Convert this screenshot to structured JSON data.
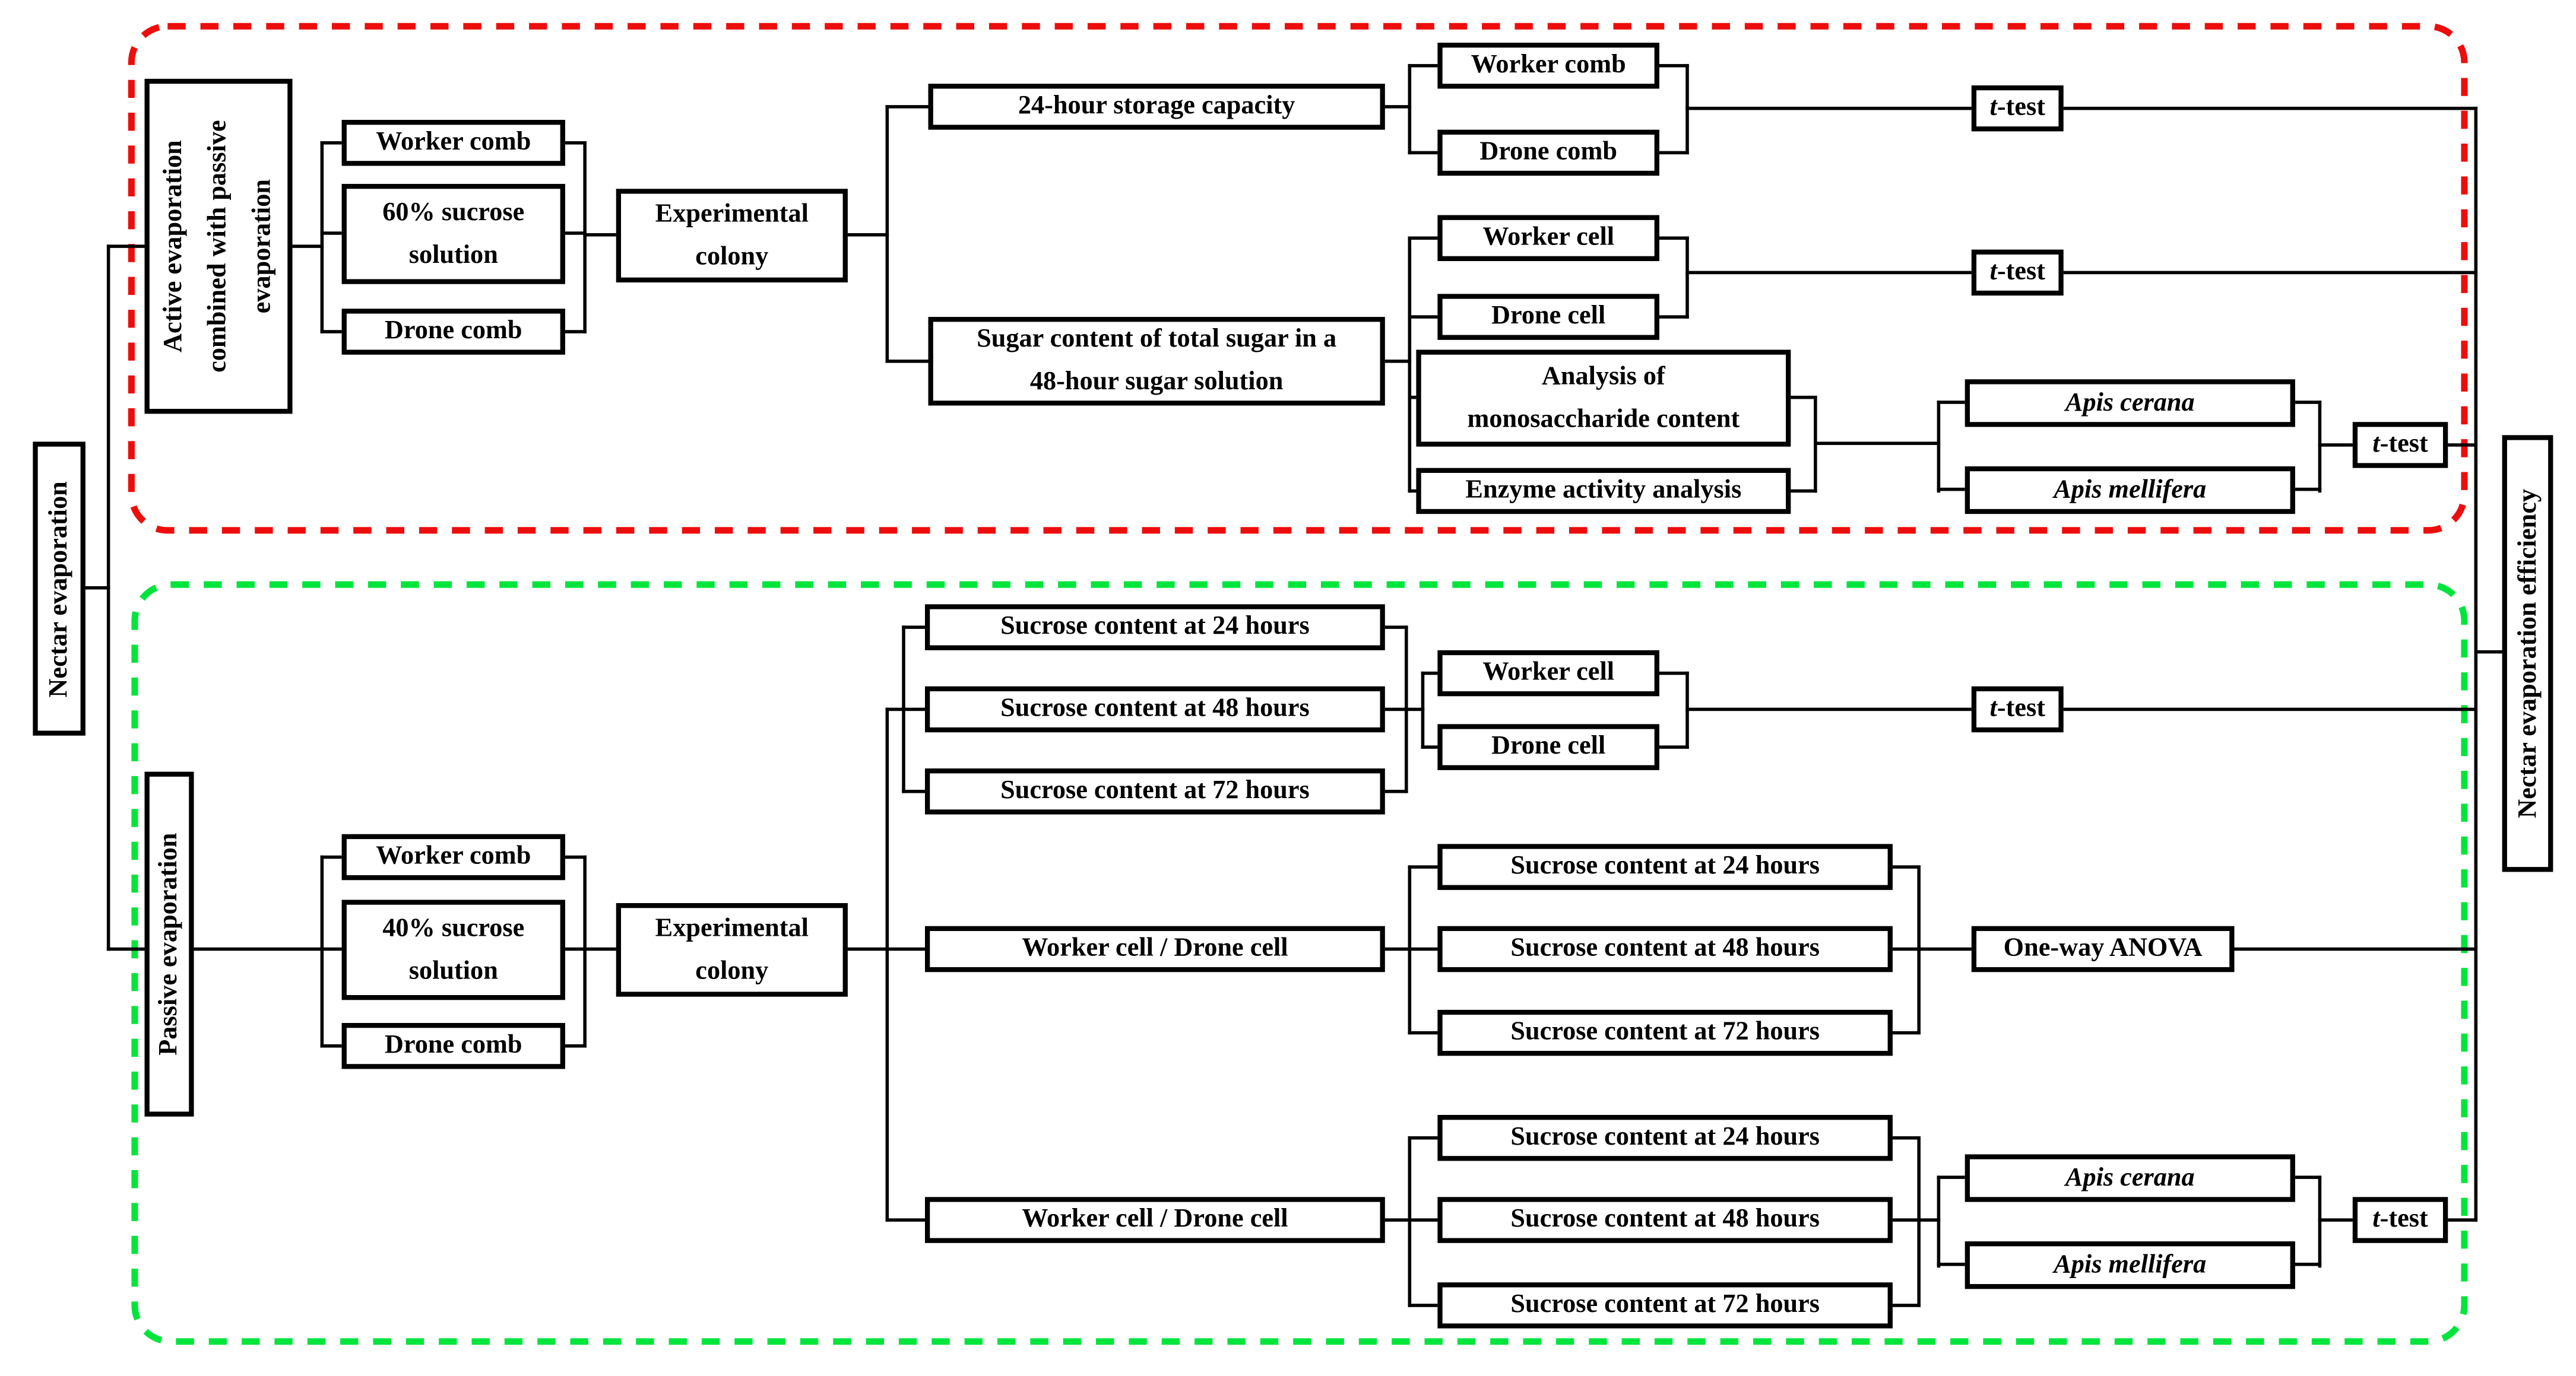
{
  "diagram": {
    "root_label": "Nectar evaporation",
    "outcome_label": "Nectar evaporation efficiency",
    "stats": {
      "t_test_prefix": "t",
      "t_test_suffix": "-test",
      "anova_label": "One-way ANOVA"
    },
    "colors": {
      "active_outline": "#ee0d0d",
      "passive_outline": "#00e53c",
      "connector": "#000000"
    },
    "active_branch": {
      "label": "Active evaporation\ncombined with passive\nevaporation",
      "inputs": [
        "Worker comb",
        "60% sucrose\nsolution",
        "Drone comb"
      ],
      "colony_label": "Experimental\ncolony",
      "storage_label": "24-hour storage capacity",
      "storage_groups": [
        "Worker comb",
        "Drone comb"
      ],
      "sugar_label": "Sugar content of total sugar in a\n48-hour sugar solution",
      "sugar_cells": [
        "Worker cell",
        "Drone cell"
      ],
      "analyses": [
        "Analysis of\nmonosaccharide content",
        "Enzyme activity analysis"
      ],
      "species": [
        "Apis cerana",
        "Apis mellifera"
      ]
    },
    "passive_branch": {
      "label": "Passive evaporation",
      "inputs": [
        "Worker comb",
        "40% sucrose\nsolution",
        "Drone comb"
      ],
      "colony_label": "Experimental\ncolony",
      "timepoints": [
        "Sucrose content at 24 hours",
        "Sucrose content at 48 hours",
        "Sucrose content at 72 hours"
      ],
      "cells": [
        "Worker cell",
        "Drone cell"
      ],
      "comparison_label": "Worker cell / Drone cell",
      "species": [
        "Apis cerana",
        "Apis mellifera"
      ]
    }
  }
}
